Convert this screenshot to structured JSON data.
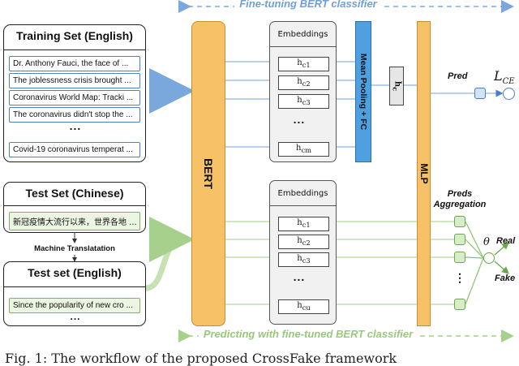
{
  "banner_top": "Fine-tuning BERT classifier",
  "banner_bottom": "Predicting with fine-tuned BERT classifier",
  "training": {
    "title": "Training Set (English)",
    "sentences": [
      "Dr. Anthony Fauci, the face of ...",
      "The joblessness crisis brought ...",
      "Coronavirus World Map: Tracki ...",
      "The coronavirus didn't stop the ...",
      "Covid-19 coronavirus temperat ..."
    ],
    "ellipsis": "..."
  },
  "test_zh": {
    "title": "Test Set (Chinese)",
    "sentence": "新冠疫情大流行以来，世界各地 ..."
  },
  "machine_translation": "Machine Translatation",
  "test_en": {
    "title": "Test set (English)",
    "sentence": "Since the popularity of new cro ...",
    "ellipsis": "..."
  },
  "bert_label": "BERT",
  "emb_top": {
    "title": "Embeddings",
    "tokens": [
      "h",
      "h",
      "h",
      "h"
    ],
    "subs": [
      "c1",
      "c2",
      "c3",
      "cm"
    ],
    "ellipsis": "..."
  },
  "emb_bottom": {
    "title": "Embeddings",
    "tokens": [
      "h",
      "h",
      "h",
      "h"
    ],
    "subs": [
      "c1",
      "c2",
      "c3",
      "cu"
    ],
    "ellipsis": "..."
  },
  "pool_label": "Mean Pooling + FC",
  "hc": {
    "h": "h",
    "sub": "c"
  },
  "mlp_label": "MLP",
  "pred_label": "Pred",
  "loss": {
    "main": "L",
    "sub": "CE"
  },
  "agg_label_1": "Preds",
  "agg_label_2": "Aggregation",
  "theta": "θ",
  "real_label": "Real",
  "fake_label": "Fake",
  "agg_dots": "⋮",
  "caption": "Fig. 1: The workflow of the proposed CrossFake framework"
}
